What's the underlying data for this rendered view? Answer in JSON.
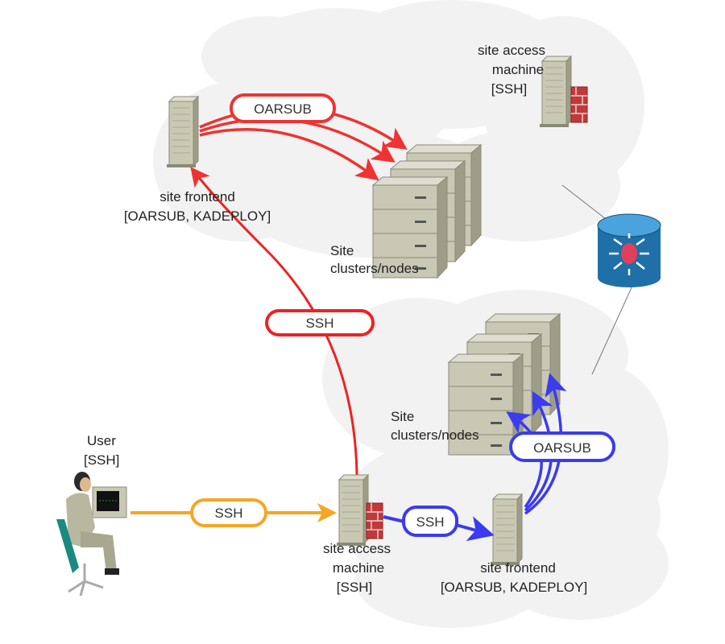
{
  "colors": {
    "red_link": "#ee3333",
    "orange_link": "#f5a623",
    "blue_link": "#3b3bef",
    "cloud": "#f2f2f2",
    "server": "#c8c8b4",
    "router": "#1f7fbf"
  },
  "top_site": {
    "frontend_label": "site frontend",
    "frontend_services": "[OARSUB, KADEPLOY]",
    "oarsub_label": "OARSUB",
    "nodes_label_1": "Site",
    "nodes_label_2": "clusters/nodes",
    "access_label_1": "site access",
    "access_label_2": "machine",
    "access_label_3": "[SSH]"
  },
  "inter_site": {
    "ssh_label": "SSH"
  },
  "user": {
    "label": "User",
    "protocol": "[SSH]",
    "ssh_label": "SSH"
  },
  "bottom_site": {
    "access_label_1": "site access",
    "access_label_2": "machine",
    "access_label_3": "[SSH]",
    "ssh_label": "SSH",
    "frontend_label": "site frontend",
    "frontend_services": "[OARSUB, KADEPLOY]",
    "oarsub_label": "OARSUB",
    "nodes_label_1": "Site",
    "nodes_label_2": "clusters/nodes"
  }
}
